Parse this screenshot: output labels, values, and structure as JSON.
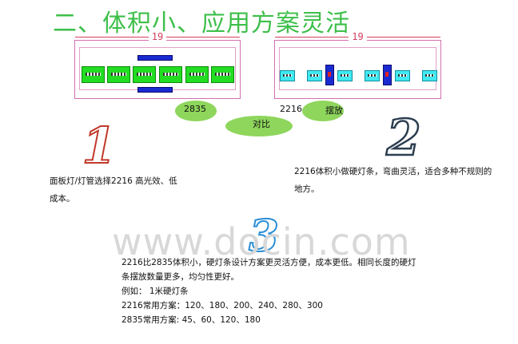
{
  "title": "二、体积小、应用方案灵活",
  "diagram_left": {
    "dimension_label": "19"
  },
  "diagram_right": {
    "dimension_label": "19"
  },
  "labels": {
    "led_2835": "2835",
    "led_2216": "2216",
    "arrangement": "摆放",
    "compare": "对比"
  },
  "numbers": {
    "n1": "1",
    "n2": "2",
    "n3": "3"
  },
  "point1": {
    "lines": [
      "面板灯/灯管选择2216 高光效、低",
      "成本。"
    ]
  },
  "point2": {
    "lines": [
      "2216体积小做硬灯条，弯曲灵活，适合多种不规则的",
      "地方。"
    ]
  },
  "point3": {
    "lines": [
      "2216比2835体积小，硬灯条设计方案更灵活方便，成本更低。相同长度的硬灯",
      "条摆放数量更多，均匀性更好。",
      "例如：   1米硬灯条",
      "2216常用方案：120、180、200、240、280、300",
      "2835常用方案:    45、60、120、180"
    ]
  },
  "watermark": "www.docin.com",
  "colors": {
    "title": "#3dbf4a",
    "ellipse": "#8ed65c",
    "led_green": "#22dd22",
    "led_cyan": "#40e8f0",
    "led_blue": "#1a2ad0",
    "number_red": "#c0392b",
    "number_dark": "#2c3e50",
    "number_blue": "#2a8fd6"
  }
}
